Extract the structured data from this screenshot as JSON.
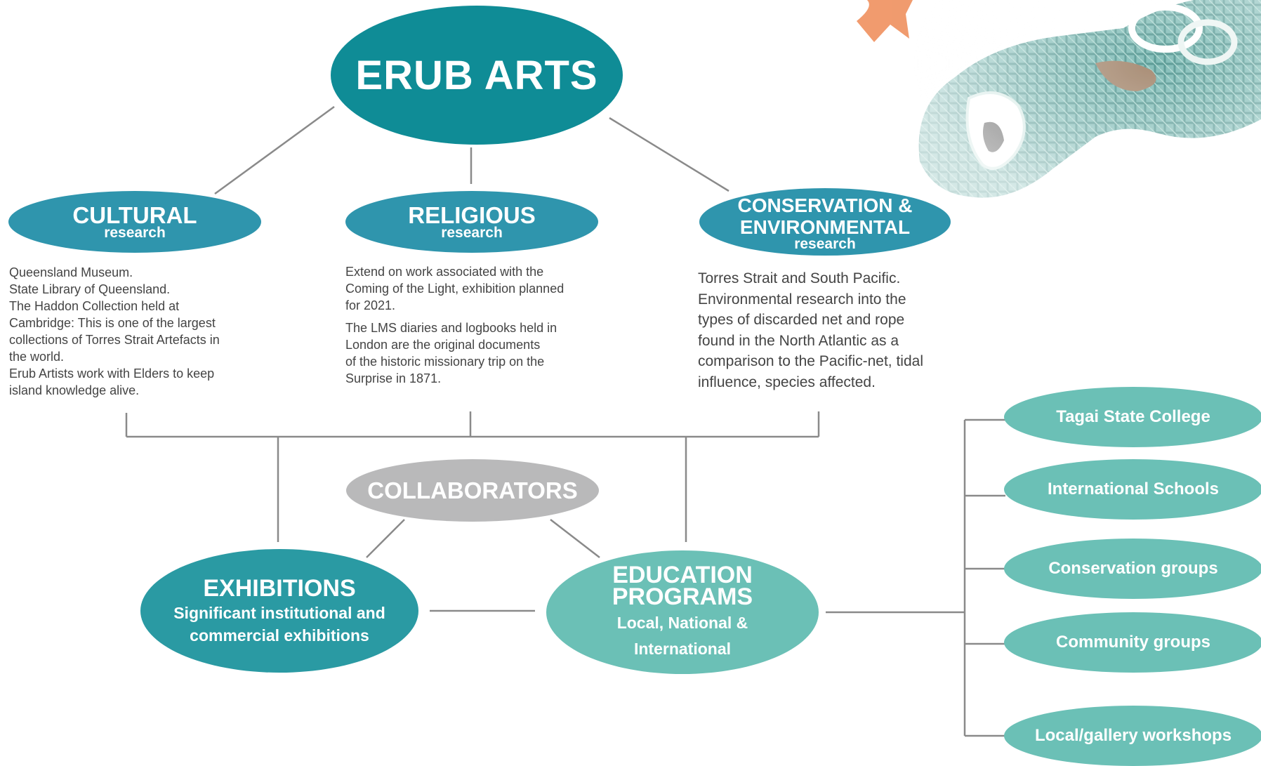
{
  "main": {
    "title": "ERUB ARTS"
  },
  "categories": [
    {
      "title": "CULTURAL",
      "subtitle": "research"
    },
    {
      "title": "RELIGIOUS",
      "subtitle": "research"
    },
    {
      "title_line1": "CONSERVATION &",
      "title_line2": "ENVIRONMENTAL",
      "subtitle": "research"
    }
  ],
  "descriptions": {
    "cultural": [
      "Queensland Museum.",
      "State Library of Queensland.",
      "The Haddon Collection held at",
      "Cambridge: This is one of the largest",
      "collections of Torres Strait Artefacts in",
      "the world.",
      "Erub Artists work with Elders to keep",
      "island knowledge alive."
    ],
    "religious_p1": [
      "Extend on work associated with the",
      "Coming of the Light, exhibition planned",
      "for 2021."
    ],
    "religious_p2": [
      "The LMS diaries and logbooks held in",
      "London are the original documents",
      "of the historic missionary trip on the",
      "Surprise in 1871."
    ],
    "conservation": [
      "Torres Strait and South Pacific.",
      "Environmental research into the",
      "types of discarded net and rope",
      "found in the North Atlantic as a",
      "comparison to the Pacific-net, tidal",
      "influence, species affected."
    ]
  },
  "collaborators": {
    "title": "COLLABORATORS"
  },
  "exhibitions": {
    "title": "EXHIBITIONS",
    "line1": "Significant institutional and",
    "line2": "commercial exhibitions"
  },
  "education": {
    "title1": "EDUCATION",
    "title2": "PROGRAMS",
    "line1": "Local, National &",
    "line2": "International"
  },
  "programs": [
    "Tagai State College",
    "International Schools",
    "Conservation groups",
    "Community groups",
    "Local/gallery workshops"
  ],
  "colors": {
    "main": "#0f8c96",
    "category": "#2f95ad",
    "collaborators": "#b9b9ba",
    "exhibitions": "#2a9aa3",
    "education": "#6bc0b6",
    "connector": "#8a8a8a",
    "text": "#444444"
  },
  "decor": {
    "image": "crocheted-turtle-photo"
  }
}
